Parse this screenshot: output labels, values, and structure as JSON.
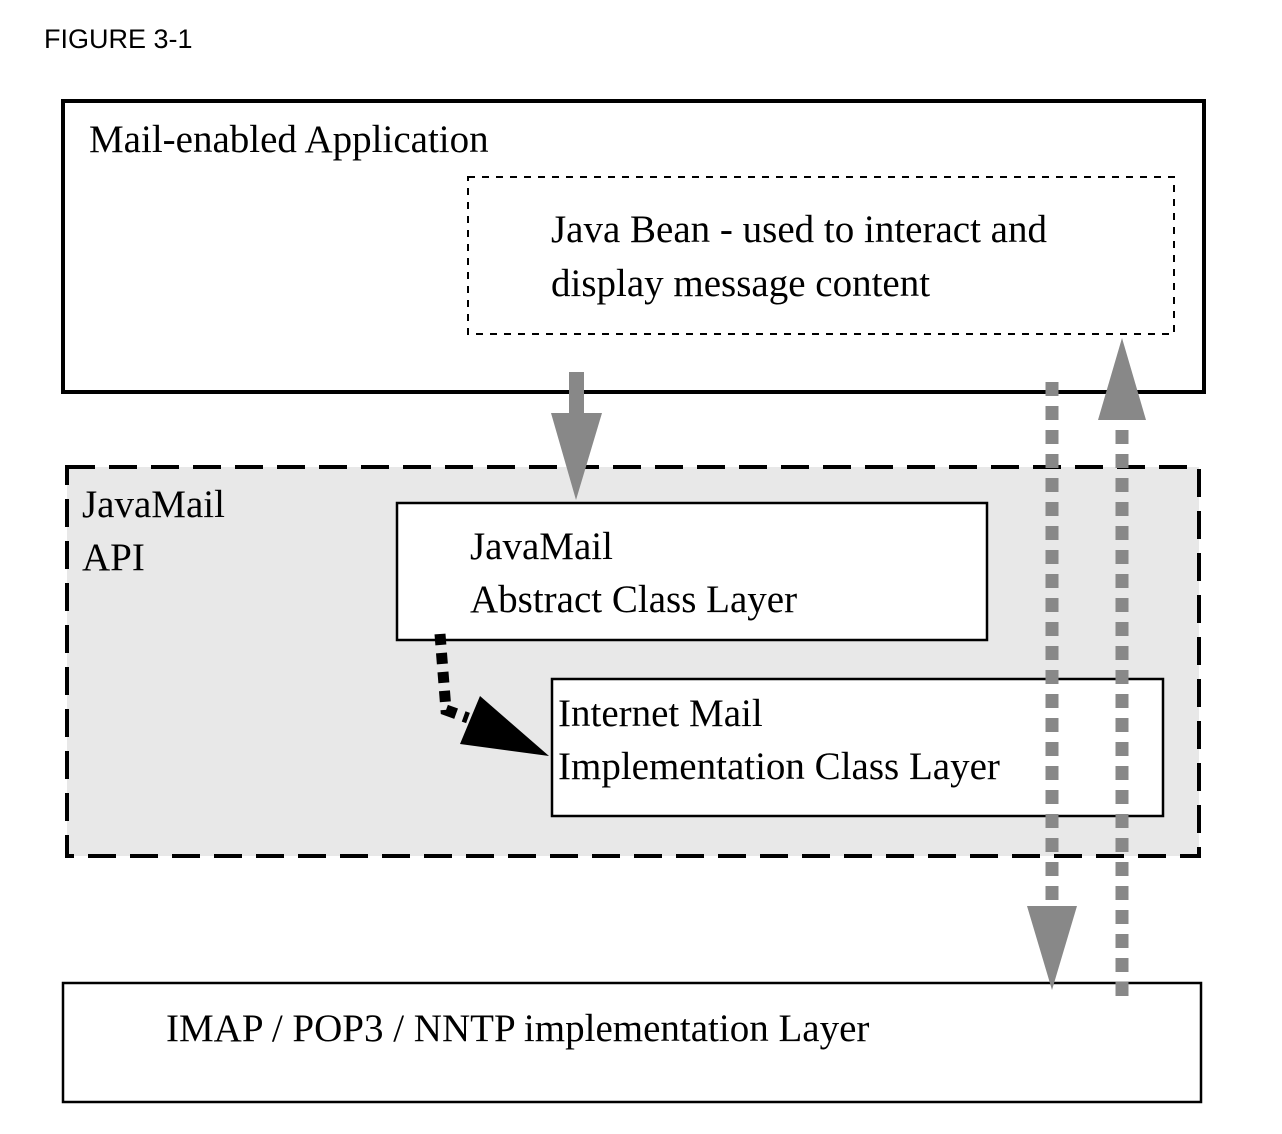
{
  "figure": {
    "label": "FIGURE 3-1"
  },
  "app_box": {
    "label": "Mail-enabled Application"
  },
  "bean_box": {
    "line1": "Java Bean - used to interact and",
    "line2": "display message content"
  },
  "api_region": {
    "line1": "JavaMail",
    "line2": "API"
  },
  "abstract_box": {
    "line1": "JavaMail",
    "line2": "Abstract Class Layer"
  },
  "internet_box": {
    "line1": "Internet Mail",
    "line2": "Implementation Class Layer"
  },
  "protocol_box": {
    "label": "IMAP / POP3 /  NNTP implementation Layer"
  },
  "colors": {
    "arrow_gray": "#888888",
    "api_fill": "#e8e8e8",
    "line": "#000000"
  }
}
